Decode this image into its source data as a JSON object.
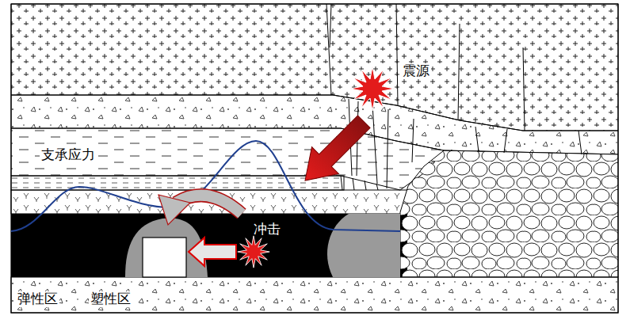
{
  "diagram": {
    "labels": [
      "震源",
      "支承应力",
      "冲击",
      "弹性区",
      "塑性区"
    ]
  }
}
